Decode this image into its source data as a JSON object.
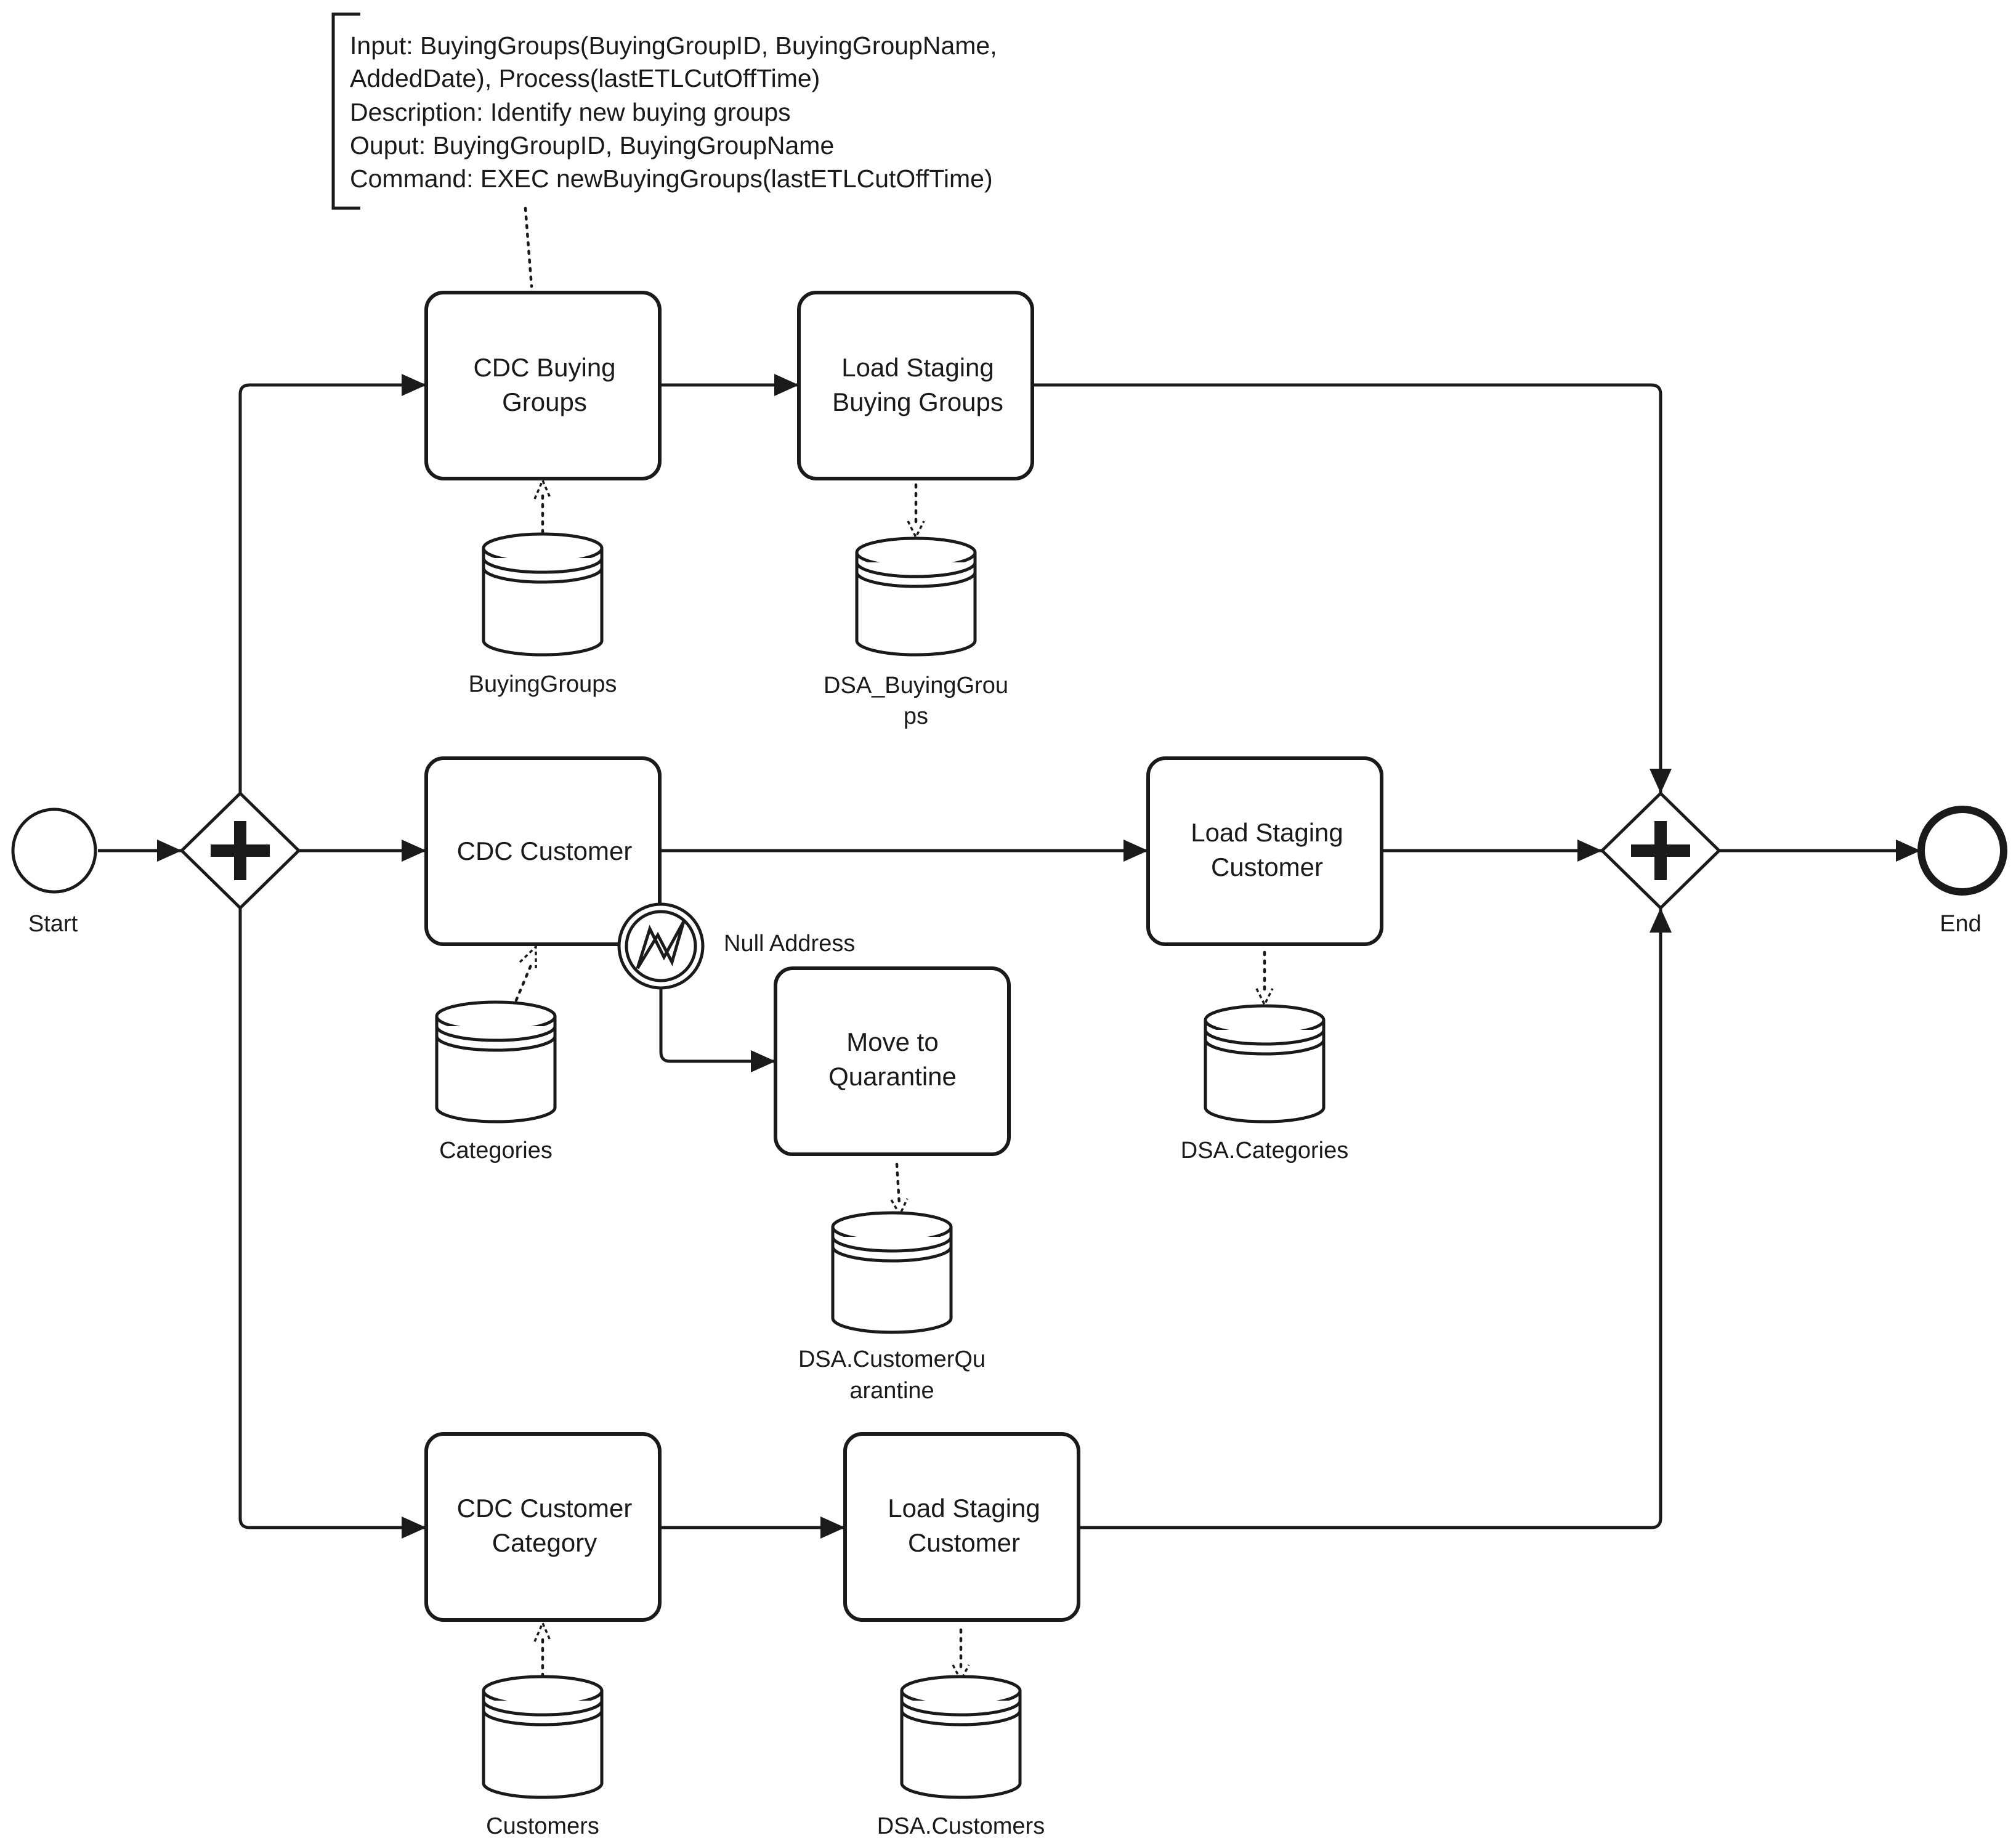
{
  "annotation": {
    "lines": [
      "Input: BuyingGroups(BuyingGroupID, BuyingGroupName,",
      "AddedDate), Process(lastETLCutOffTime)",
      "Description: Identify new buying groups",
      "Ouput: BuyingGroupID, BuyingGroupName",
      "Command: EXEC newBuyingGroups(lastETLCutOffTime)"
    ]
  },
  "events": {
    "start": "Start",
    "end": "End"
  },
  "tasks": {
    "cdc_buying_groups": [
      "CDC Buying",
      "Groups"
    ],
    "load_staging_buying_groups": [
      "Load Staging",
      "Buying Groups"
    ],
    "cdc_customer": [
      "CDC Customer"
    ],
    "load_staging_customer": [
      "Load Staging",
      "Customer"
    ],
    "move_to_quarantine": [
      "Move to",
      "Quarantine"
    ],
    "cdc_customer_category": [
      "CDC Customer",
      "Category"
    ],
    "load_staging_customer_bottom": [
      "Load Staging",
      "Customer"
    ]
  },
  "boundary_event": {
    "label": "Null Address"
  },
  "data_stores": {
    "buying_groups": [
      "BuyingGroups"
    ],
    "dsa_buying_groups": [
      "DSA_BuyingGrou",
      "ps"
    ],
    "categories": [
      "Categories"
    ],
    "dsa_categories": [
      "DSA.Categories"
    ],
    "dsa_customer_quarantine": [
      "DSA.CustomerQu",
      "arantine"
    ],
    "customers": [
      "Customers"
    ],
    "dsa_customers": [
      "DSA.Customers"
    ]
  }
}
